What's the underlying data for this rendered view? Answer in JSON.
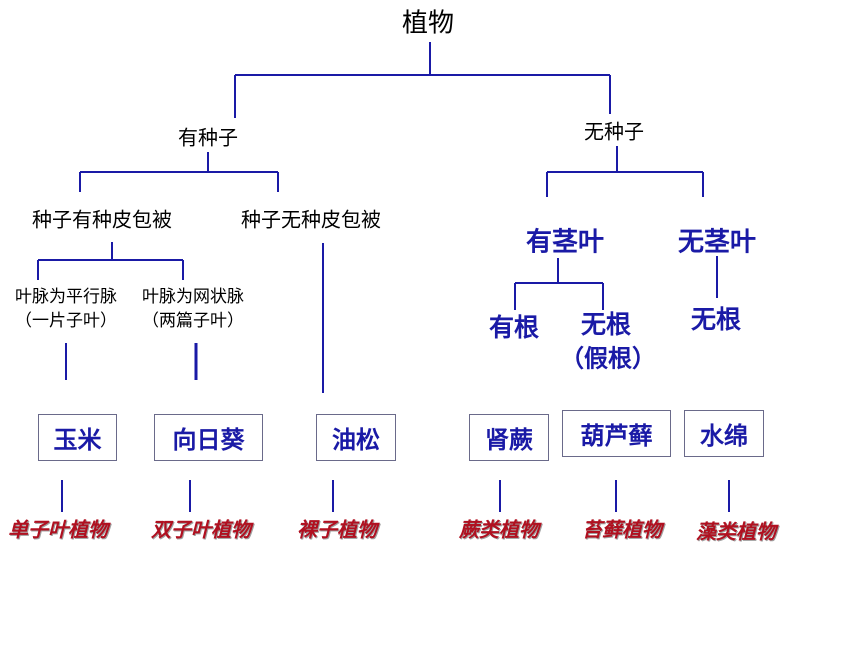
{
  "root": "植物",
  "level1": {
    "seed": "有种子",
    "noseed": "无种子"
  },
  "level2": {
    "covered": "种子有种皮包被",
    "naked": "种子无种皮包被",
    "stemleaf": "有茎叶",
    "nostemleaf": "无茎叶"
  },
  "level3": {
    "parallel_line1": "叶脉为平行脉",
    "parallel_line2": "（一片子叶）",
    "net_line1": "叶脉为网状脉",
    "net_line2": "（两篇子叶）",
    "root": "有根",
    "noroot1_line1": "无根",
    "noroot1_line2": "（假根）",
    "noroot2": "无根"
  },
  "examples": {
    "corn": "玉米",
    "sunflower": "向日葵",
    "pine": "油松",
    "fern": "肾蕨",
    "moss": "葫芦藓",
    "alga": "水绵"
  },
  "categories": {
    "monocot": "单子叶植物",
    "dicot": "双子叶植物",
    "gymnosperm": "裸子植物",
    "pteridophyte": "蕨类植物",
    "bryophyte": "苔藓植物",
    "algae": "藻类植物"
  }
}
